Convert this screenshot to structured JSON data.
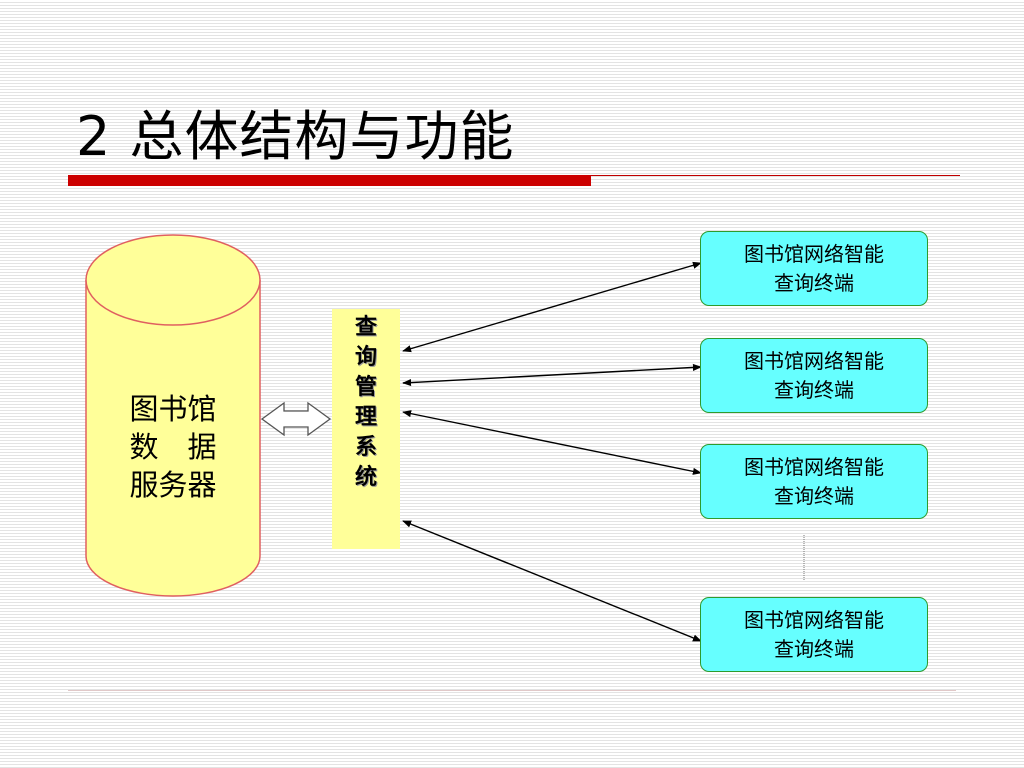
{
  "slide": {
    "title": "2 总体结构与功能"
  },
  "colors": {
    "accent_red": "#cc0000",
    "rule_line": "#c00000",
    "bottom_rule": "#e0c8c8",
    "database_fill": "#ffff99",
    "database_stroke": "#e06060",
    "qms_fill": "#ffff99",
    "terminal_fill": "#66ffff",
    "terminal_border": "#2e9b2e",
    "arrow": "#000000"
  },
  "database": {
    "label_lines": [
      "图书馆",
      "数　据",
      "服务器"
    ]
  },
  "query_system": {
    "chars": [
      "查",
      "询",
      "管",
      "理",
      "系",
      "统"
    ]
  },
  "terminals": [
    {
      "line1": "图书馆网络智能",
      "line2": "查询终端"
    },
    {
      "line1": "图书馆网络智能",
      "line2": "查询终端"
    },
    {
      "line1": "图书馆网络智能",
      "line2": "查询终端"
    },
    {
      "line1": "图书馆网络智能",
      "line2": "查询终端"
    }
  ]
}
